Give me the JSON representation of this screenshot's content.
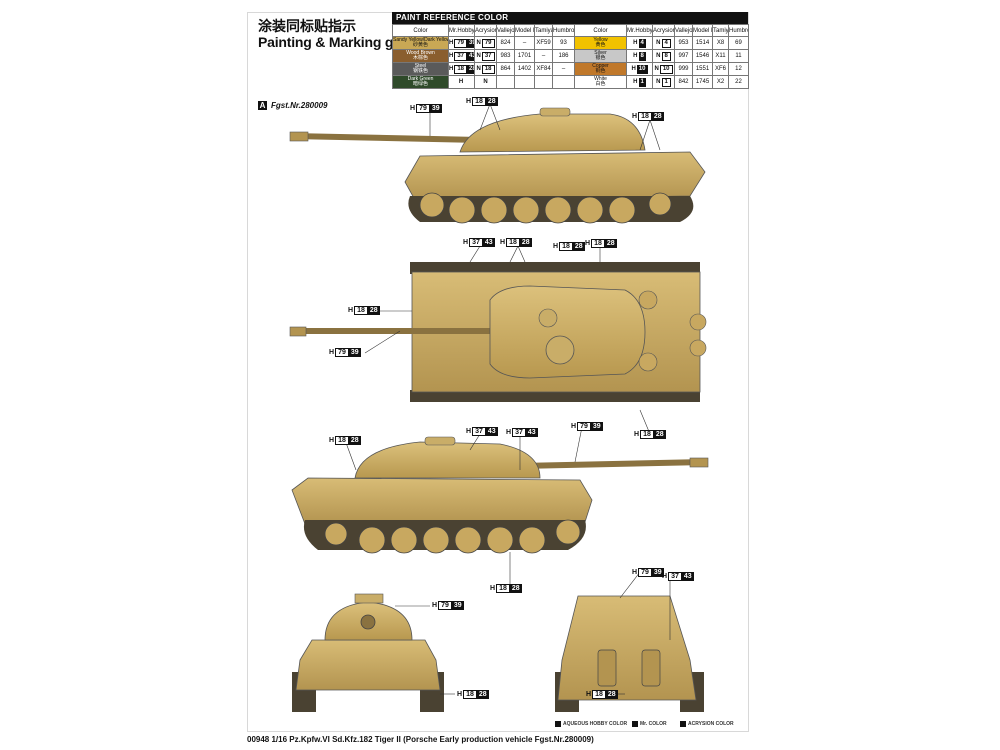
{
  "header": {
    "title_cn": "涂装同标贴指示",
    "title_en": "Painting & Marking guide"
  },
  "paint_table": {
    "heading": "PAINT REFERENCE COLOR",
    "columns": [
      "Color",
      "Mr.Hobby",
      "Acrysion",
      "Vallejo",
      "Model Master",
      "Tamiya",
      "Humbrol",
      "Color",
      "Mr.Hobby",
      "Acrysion",
      "Vallejo",
      "Model Master",
      "Tamiya",
      "Humbrol"
    ],
    "rows_left": [
      {
        "name": "Sandy Yellow/Dark Yellow",
        "name_cn": "砂黄色",
        "swatch": "#c9a855",
        "mr": "79",
        "mr2": "39",
        "acr": "79",
        "vallejo": "824",
        "mm": "–",
        "tamiya": "XF59",
        "humbrol": "93"
      },
      {
        "name": "Wood Brown",
        "name_cn": "木棕色",
        "swatch": "#8a5e2e",
        "mr": "37",
        "mr2": "43",
        "acr": "37",
        "vallejo": "983",
        "mm": "1701",
        "tamiya": "–",
        "humbrol": "186"
      },
      {
        "name": "Steel",
        "name_cn": "钢铁色",
        "swatch": "#5a5a5a",
        "mr": "18",
        "mr2": "28",
        "acr": "18",
        "vallejo": "864",
        "mm": "1402",
        "tamiya": "XF84",
        "humbrol": "–"
      },
      {
        "name": "Dark Green",
        "name_cn": "暗绿色",
        "swatch": "#2f4a2a",
        "mr": "",
        "mr2": "",
        "acr": "",
        "vallejo": "",
        "mm": "",
        "tamiya": "",
        "humbrol": ""
      }
    ],
    "rows_right": [
      {
        "name": "Yellow",
        "name_cn": "黄色",
        "swatch": "#f2c200",
        "mr": "4",
        "acr": "4",
        "vallejo": "953",
        "mm": "1514",
        "tamiya": "X8",
        "humbrol": "69"
      },
      {
        "name": "Silver",
        "name_cn": "银色",
        "swatch": "#c8c8c8",
        "mr": "8",
        "acr": "8",
        "vallejo": "997",
        "mm": "1546",
        "tamiya": "X11",
        "humbrol": "11"
      },
      {
        "name": "Copper",
        "name_cn": "铜色",
        "swatch": "#c0782a",
        "mr": "10",
        "acr": "10",
        "vallejo": "999",
        "mm": "1551",
        "tamiya": "XF6",
        "humbrol": "12"
      },
      {
        "name": "White",
        "name_cn": "白色",
        "swatch": "#ffffff",
        "mr": "1",
        "acr": "1",
        "vallejo": "842",
        "mm": "1745",
        "tamiya": "X2",
        "humbrol": "22"
      }
    ]
  },
  "scheme_label": {
    "letter": "A",
    "name": "Fgst.Nr.280009"
  },
  "callouts": [
    {
      "id": "c1",
      "h": "H",
      "a": "79",
      "b": "39"
    },
    {
      "id": "c2",
      "h": "H",
      "a": "18",
      "b": "28"
    },
    {
      "id": "c3",
      "h": "H",
      "a": "18",
      "b": "28"
    },
    {
      "id": "c4",
      "h": "H",
      "a": "37",
      "b": "43"
    },
    {
      "id": "c5",
      "h": "H",
      "a": "18",
      "b": "28"
    },
    {
      "id": "c6",
      "h": "H",
      "a": "18",
      "b": "28"
    },
    {
      "id": "c7",
      "h": "H",
      "a": "18",
      "b": "28"
    },
    {
      "id": "c8",
      "h": "H",
      "a": "18",
      "b": "28"
    },
    {
      "id": "c9",
      "h": "H",
      "a": "79",
      "b": "39"
    },
    {
      "id": "c10",
      "h": "H",
      "a": "18",
      "b": "28"
    },
    {
      "id": "c11",
      "h": "H",
      "a": "37",
      "b": "43"
    },
    {
      "id": "c12",
      "h": "H",
      "a": "37",
      "b": "43"
    },
    {
      "id": "c13",
      "h": "H",
      "a": "79",
      "b": "39"
    },
    {
      "id": "c14",
      "h": "H",
      "a": "18",
      "b": "28"
    },
    {
      "id": "c15",
      "h": "H",
      "a": "18",
      "b": "28"
    },
    {
      "id": "c16",
      "h": "H",
      "a": "79",
      "b": "39"
    },
    {
      "id": "c17",
      "h": "H",
      "a": "37",
      "b": "43"
    },
    {
      "id": "c18",
      "h": "H",
      "a": "79",
      "b": "39"
    },
    {
      "id": "c19",
      "h": "H",
      "a": "18",
      "b": "28"
    },
    {
      "id": "c20",
      "h": "H",
      "a": "18",
      "b": "28"
    }
  ],
  "legend": {
    "aqueous": "AQUEOUS HOBBY COLOR",
    "mrcolor": "Mr. COLOR",
    "acrysion": "ACRYSION COLOR"
  },
  "footer": "00948 1/16 Pz.Kpfw.VI Sd.Kfz.182 Tiger II (Porsche Early production vehicle Fgst.Nr.280009)",
  "colors": {
    "tank_body": "#c8a860",
    "tank_shadow": "#a88844",
    "track": "#4a4232",
    "outline": "#333333"
  }
}
